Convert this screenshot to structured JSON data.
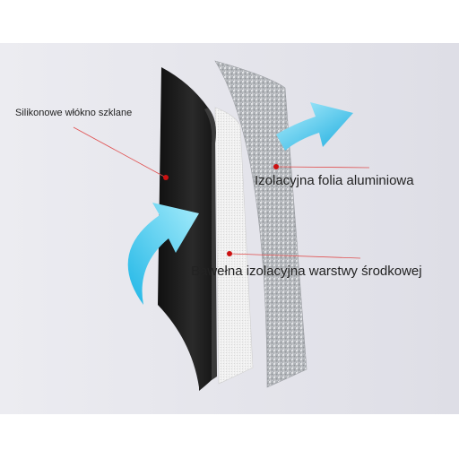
{
  "labels": {
    "fiberglass": "Silikonowe włókno szklane",
    "foil": "Izolacyjna folia aluminiowa",
    "cotton": "Bawełna izolacyjna warstwy środkowej"
  },
  "colors": {
    "background": "#e9e9ee",
    "fiberglass_layer": "#1b1b1b",
    "foil_layer": "#bfc2c6",
    "cotton_layer": "#ededed",
    "arrow": "#2ec4ec",
    "leader_line": "#e05050",
    "marker_dot": "#cc1111"
  },
  "icons": {
    "arrows": [
      "curved-arrow-icon",
      "up-right-arrow-icon"
    ]
  }
}
